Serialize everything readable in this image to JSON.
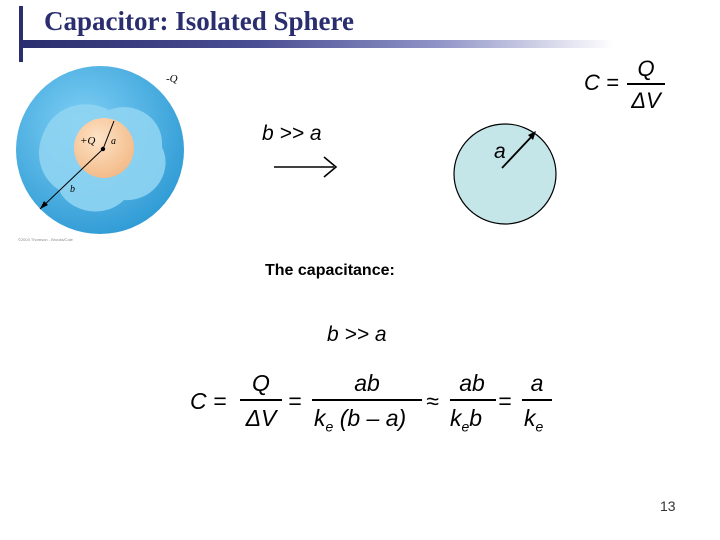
{
  "title": "Capacitor: Isolated Sphere",
  "figure": {
    "charge_outer": "-Q",
    "charge_inner": "+Q",
    "radius_inner": "a",
    "radius_outer": "b",
    "copyright": "©2004 Thomson - Brooks/Cole"
  },
  "arrow_condition": "b >> a",
  "sphere_radius_label": "a",
  "formula_top": {
    "lhs": "C =",
    "numerator": "Q",
    "denominator": "ΔV"
  },
  "caption": "The capacitance:",
  "condition2": "b >> a",
  "formula_main": {
    "c_eq": "C =",
    "f1_num": "Q",
    "f1_den": "ΔV",
    "eq1": "=",
    "f2_num": "ab",
    "f2_den_k": "k",
    "f2_den_sub": "e",
    "f2_den_paren": "(b – a)",
    "approx": "≈",
    "f3_num": "ab",
    "f3_den_k": "k",
    "f3_den_sub": "e",
    "f3_den_b": "b",
    "eq2": "=",
    "f4_num": "a",
    "f4_den_k": "k",
    "f4_den_sub": "e"
  },
  "page_number": "13",
  "colors": {
    "title": "#2a2e6e",
    "outer_sphere": "#3aa3d9",
    "shell": "#2b8ec8",
    "inner_sphere": "#f7c99e",
    "right_sphere": "#c5e6e9"
  }
}
